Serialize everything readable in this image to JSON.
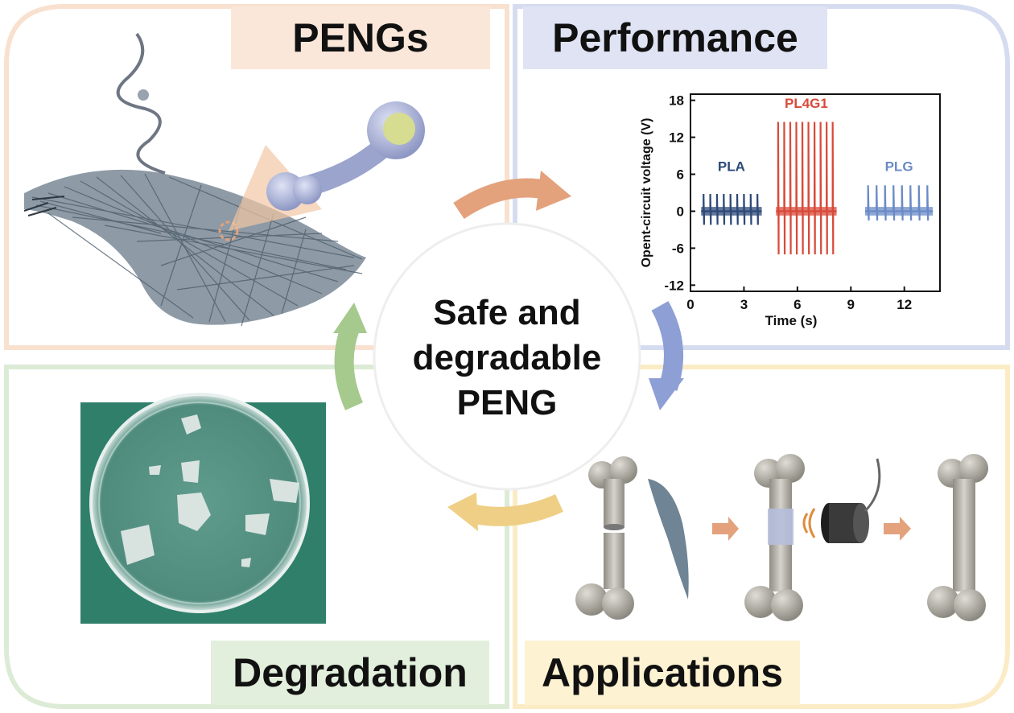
{
  "quadrants": {
    "top_left": "PENGs",
    "top_right": "Performance",
    "bottom_left": "Degradation",
    "bottom_right": "Applications"
  },
  "center": {
    "line1": "Safe and",
    "line2": "degradable",
    "line3": "PENG"
  },
  "colors": {
    "pengs_panel": "#fbe7d9",
    "performance_panel": "#dfe3f3",
    "degradation_panel": "#e2efdc",
    "applications_panel": "#fdf2d2",
    "arrow_orange": "#e3a27c",
    "arrow_blue": "#8e9fd6",
    "arrow_yellow": "#efcf85",
    "arrow_green": "#a6c98e",
    "pla_series": "#2d4a78",
    "pl4g1_series": "#d84a3a",
    "plg_series": "#6a8ac6",
    "petri_background": "#2f7f6b"
  },
  "chart_data": {
    "type": "line",
    "xlabel": "Time (s)",
    "ylabel": "Opent-circuit voltage (V)",
    "xlim": [
      0,
      14
    ],
    "ylim": [
      -13,
      19
    ],
    "xticks": [
      0,
      3,
      6,
      9,
      12
    ],
    "yticks": [
      -12,
      -6,
      0,
      6,
      12,
      18
    ],
    "series": [
      {
        "name": "PLA",
        "t_start": 0.6,
        "t_end": 4.0,
        "pulses": 9,
        "high": 2.8,
        "low": -2.2
      },
      {
        "name": "PL4G1",
        "t_start": 4.8,
        "t_end": 8.2,
        "pulses": 10,
        "high": 14.5,
        "low": -7.0
      },
      {
        "name": "PLG",
        "t_start": 9.8,
        "t_end": 13.6,
        "pulses": 8,
        "high": 4.2,
        "low": -1.5
      }
    ]
  }
}
